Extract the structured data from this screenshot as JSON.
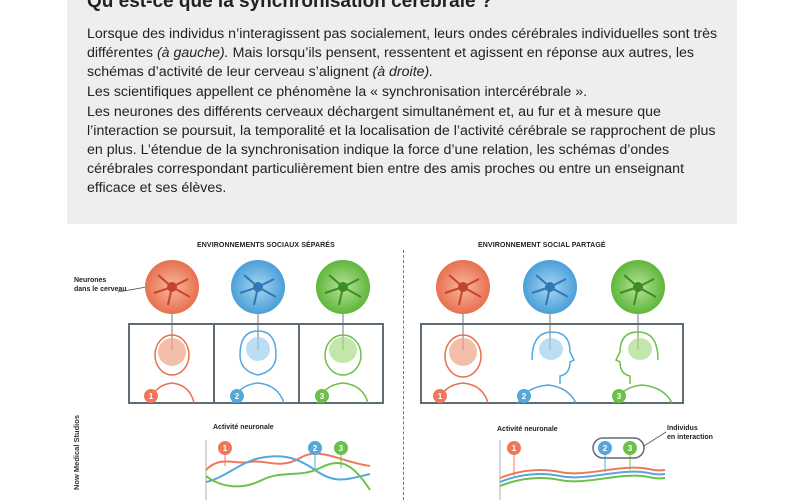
{
  "article": {
    "title_fragment": "Qu’est-ce que la synchronisation cérébrale ?",
    "para1_a": "Lorsque des individus n’interagissent pas socialement, leurs ondes cérébrales individuelles sont très différentes ",
    "para1_b": "(à gauche).",
    "para1_c": " Mais lorsqu’ils pensent, ressentent et agissent en réponse aux autres, les schémas d’activité de leur cerveau s’alignent ",
    "para1_d": "(à droite).",
    "para2": "Les scientifiques appellent ce phénomène la « synchronisation intercérébrale ».",
    "para3": "Les neurones des différents cerveaux déchargent simultanément et, au fur et à mesure que l’interaction se poursuit, la temporalité et la localisation de l’activité cérébrale se rapprochent de plus en plus. L’étendue de la synchronisation indique la force d’une relation, les schémas d’ondes cérébrales correspondant particulièrement bien entre des amis proches ou entre un enseignant efficace et ses élèves."
  },
  "diagram": {
    "left_title": "ENVIRONNEMENTS SOCIAUX SÉPARÉS",
    "right_title": "ENVIRONNEMENT SOCIAL PARTAGÉ",
    "neurons_label_1": "Neurones",
    "neurons_label_2": "dans le cerveau",
    "activity_label_left": "Activité neuronale",
    "activity_label_right": "Activité neuronale",
    "interaction_label_1": "Individus",
    "interaction_label_2": "en interaction",
    "credit": "Now Medical Studios",
    "badges": [
      "1",
      "2",
      "3"
    ],
    "colors": {
      "person1": "#f0785a",
      "person2": "#56a8dc",
      "person3": "#6cc04a",
      "frame": "#5f6b75"
    }
  }
}
